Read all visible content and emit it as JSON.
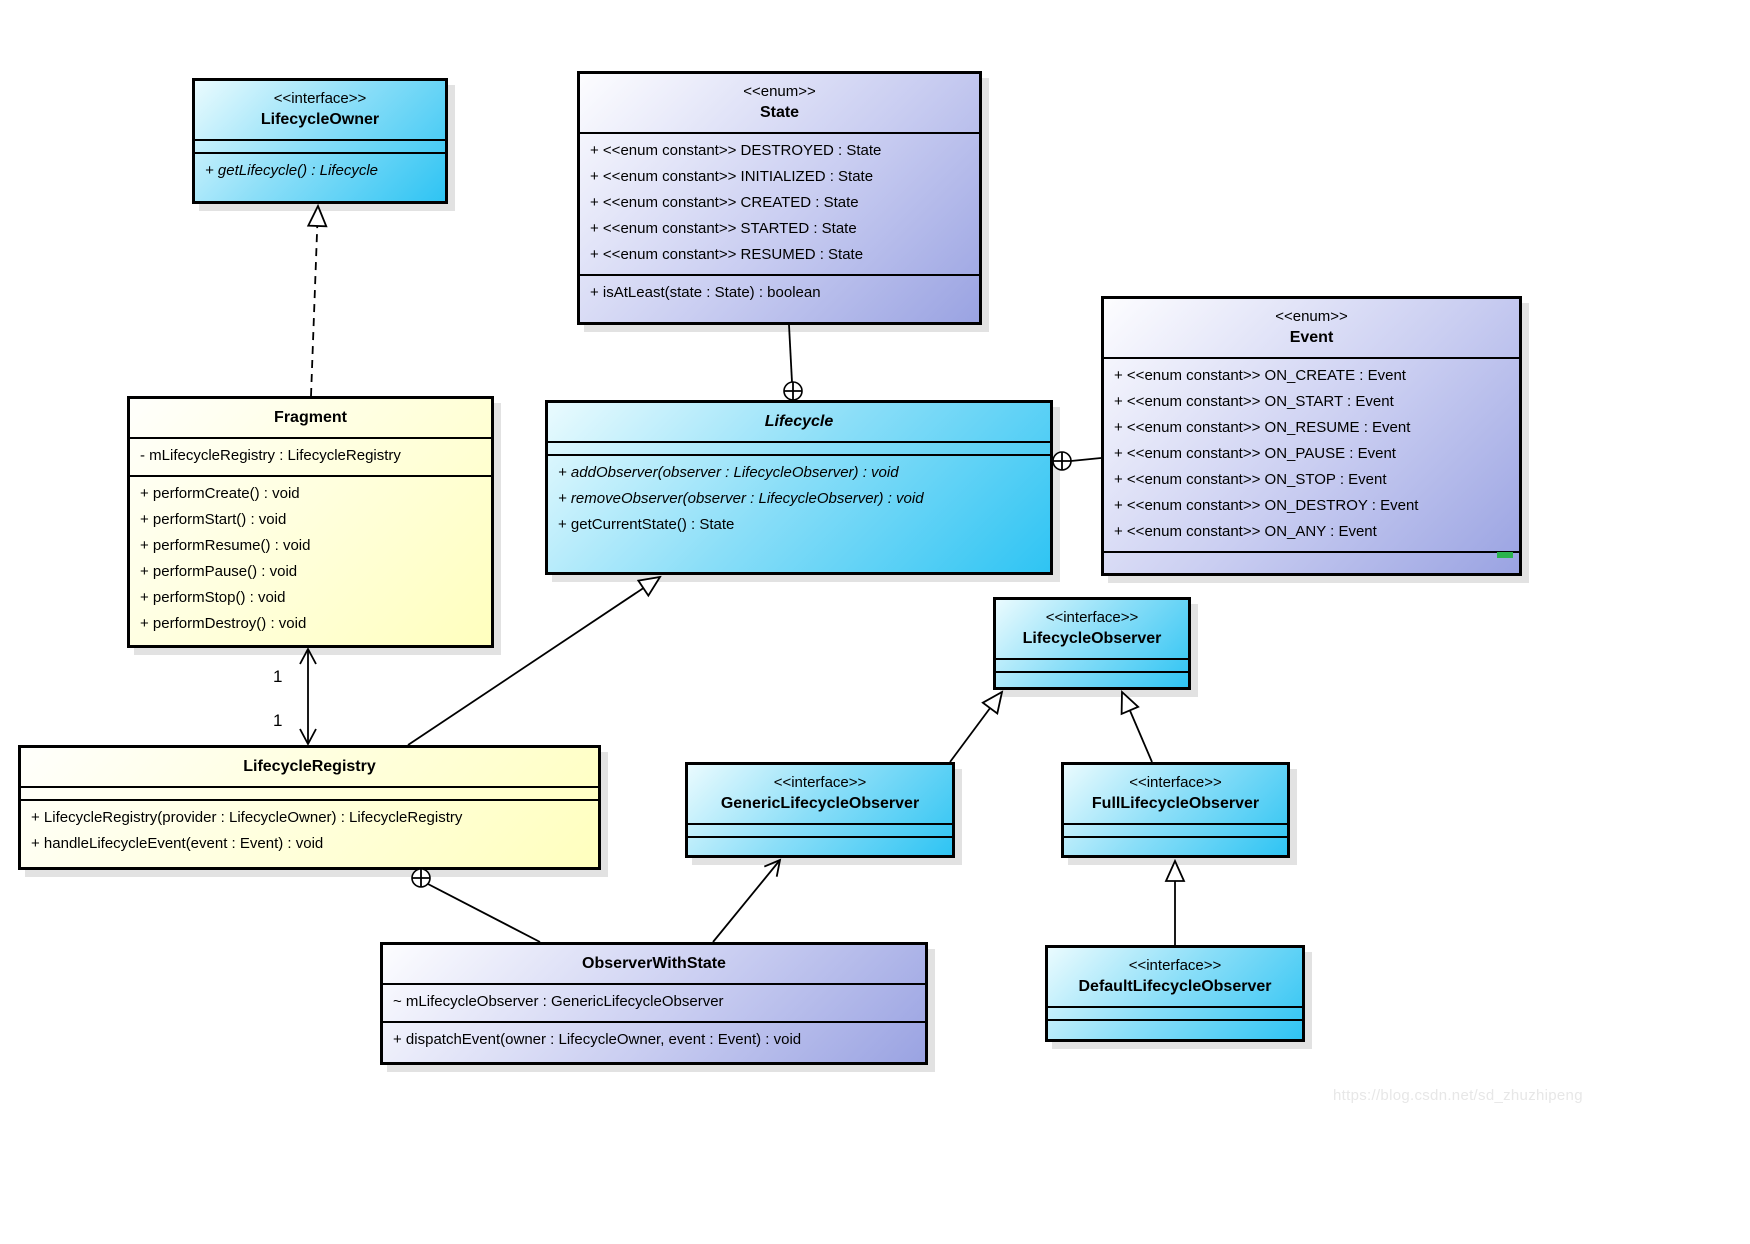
{
  "watermark": "https://blog.csdn.net/sd_zhuzhipeng",
  "labels": {
    "fragment_registry_upper": "1",
    "fragment_registry_lower": "1"
  },
  "classes": [
    {
      "stereotype": "<<interface>>",
      "name": "LifecycleOwner",
      "attributes": [],
      "operations": [
        "+ getLifecycle() : Lifecycle"
      ]
    },
    {
      "stereotype": "<<enum>>",
      "name": "State",
      "attributes": [
        "+ <<enum constant>> DESTROYED : State",
        "+ <<enum constant>> INITIALIZED : State",
        "+ <<enum constant>> CREATED : State",
        "+ <<enum constant>> STARTED : State",
        "+ <<enum constant>> RESUMED : State"
      ],
      "operations": [
        "+ isAtLeast(state : State) : boolean"
      ]
    },
    {
      "stereotype": "<<enum>>",
      "name": "Event",
      "attributes": [
        "+ <<enum constant>> ON_CREATE : Event",
        "+ <<enum constant>> ON_START : Event",
        "+ <<enum constant>> ON_RESUME : Event",
        "+ <<enum constant>> ON_PAUSE : Event",
        "+ <<enum constant>> ON_STOP : Event",
        "+ <<enum constant>> ON_DESTROY : Event",
        "+ <<enum constant>> ON_ANY : Event"
      ],
      "operations": []
    },
    {
      "name": "Fragment",
      "attributes": [
        "- mLifecycleRegistry : LifecycleRegistry"
      ],
      "operations": [
        "+ performCreate() : void",
        "+ performStart() : void",
        "+ performResume() : void",
        "+ performPause() : void",
        "+ performStop() : void",
        "+ performDestroy() : void"
      ]
    },
    {
      "name": "Lifecycle",
      "abstract": true,
      "attributes": [],
      "operations": [
        "+ addObserver(observer : LifecycleObserver) : void",
        "+ removeObserver(observer : LifecycleObserver) : void",
        "+ getCurrentState() : State"
      ]
    },
    {
      "name": "LifecycleRegistry",
      "attributes": [],
      "operations": [
        "+ LifecycleRegistry(provider : LifecycleOwner) : LifecycleRegistry",
        "+ handleLifecycleEvent(event : Event) : void"
      ]
    },
    {
      "stereotype": "<<interface>>",
      "name": "LifecycleObserver",
      "attributes": [],
      "operations": []
    },
    {
      "stereotype": "<<interface>>",
      "name": "GenericLifecycleObserver",
      "attributes": [],
      "operations": []
    },
    {
      "stereotype": "<<interface>>",
      "name": "FullLifecycleObserver",
      "attributes": [],
      "operations": []
    },
    {
      "name": "ObserverWithState",
      "attributes": [
        "~ mLifecycleObserver : GenericLifecycleObserver"
      ],
      "operations": [
        "+ dispatchEvent(owner : LifecycleOwner, event : Event) : void"
      ]
    },
    {
      "stereotype": "<<interface>>",
      "name": "DefaultLifecycleObserver",
      "attributes": [],
      "operations": []
    }
  ],
  "relationships": [
    {
      "from": "Fragment",
      "to": "LifecycleOwner",
      "type": "realization"
    },
    {
      "from": "Lifecycle",
      "to": "State",
      "type": "containment"
    },
    {
      "from": "Lifecycle",
      "to": "Event",
      "type": "containment"
    },
    {
      "from": "LifecycleRegistry",
      "to": "Lifecycle",
      "type": "generalization"
    },
    {
      "from": "Fragment",
      "to": "LifecycleRegistry",
      "type": "bidirectional-association",
      "from_multiplicity": "1",
      "to_multiplicity": "1"
    },
    {
      "from": "LifecycleRegistry",
      "to": "ObserverWithState",
      "type": "containment"
    },
    {
      "from": "ObserverWithState",
      "to": "GenericLifecycleObserver",
      "type": "directed-association"
    },
    {
      "from": "GenericLifecycleObserver",
      "to": "LifecycleObserver",
      "type": "generalization"
    },
    {
      "from": "FullLifecycleObserver",
      "to": "LifecycleObserver",
      "type": "generalization"
    },
    {
      "from": "DefaultLifecycleObserver",
      "to": "FullLifecycleObserver",
      "type": "generalization"
    }
  ]
}
